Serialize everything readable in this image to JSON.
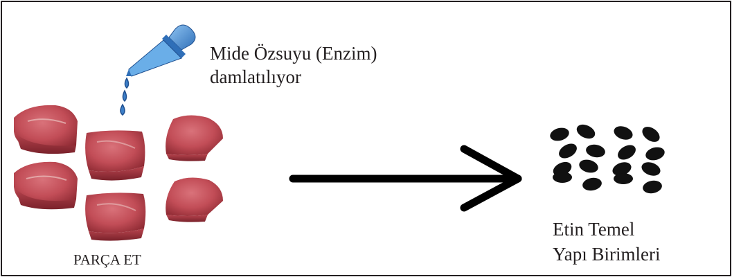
{
  "instruction": {
    "line1": "Mide Özsuyu (Enzim)",
    "line2": "damlatılıyor"
  },
  "meat_label": "PARÇA ET",
  "result_label": {
    "line1": "Etin Temel",
    "line2": "Yapı Birimleri"
  },
  "colors": {
    "border": "#231f20",
    "meat_light": "#c8545c",
    "meat_dark": "#8e2a33",
    "meat_fat": "#e9c2bf",
    "dropper_blue": "#4a90d9",
    "dropper_dark": "#1f4f8f",
    "drop": "#3d7fc8",
    "unit_dot": "#111111"
  },
  "icons": [
    "meat-chunk-icon",
    "dropper-icon",
    "drop-icon",
    "arrow-icon",
    "structural-unit-icon"
  ]
}
